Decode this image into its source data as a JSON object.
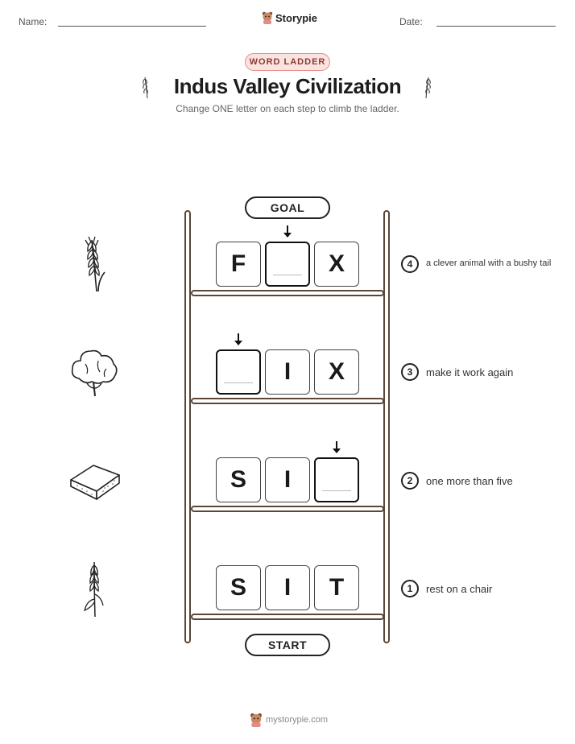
{
  "header": {
    "name_label": "Name:",
    "date_label": "Date:",
    "brand": "Storypie"
  },
  "badge": "WORD LADDER",
  "title": "Indus Valley Civilization",
  "subtitle": "Change ONE letter on each step to climb the ladder.",
  "ladder": {
    "goal_label": "GOAL",
    "start_label": "START",
    "rows": [
      {
        "step": "4",
        "letters": [
          "F",
          "",
          "X"
        ],
        "clue": "a clever animal with a bushy tail"
      },
      {
        "step": "3",
        "letters": [
          "",
          "I",
          "X"
        ],
        "clue": "make it work again"
      },
      {
        "step": "2",
        "letters": [
          "S",
          "I",
          ""
        ],
        "clue": "one more than five"
      },
      {
        "step": "1",
        "letters": [
          "S",
          "I",
          "T"
        ],
        "clue": "rest on a chair"
      }
    ]
  },
  "icons": [
    "wheat-icon",
    "cotton-icon",
    "brick-icon",
    "grain-icon"
  ],
  "footer": "mystorypie.com"
}
